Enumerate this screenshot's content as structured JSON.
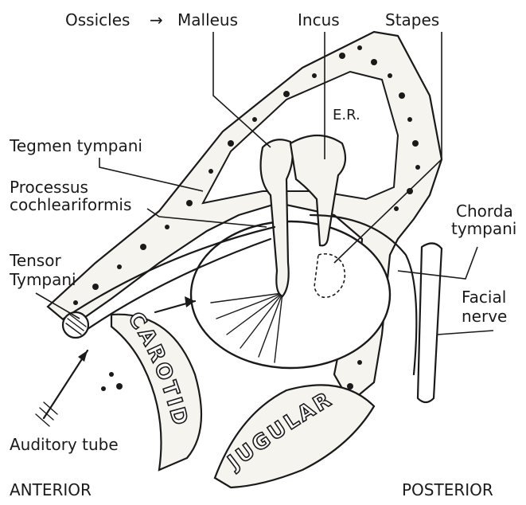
{
  "labels": {
    "ossicles": "Ossicles",
    "arrow": "→",
    "malleus": "Malleus",
    "incus": "Incus",
    "stapes": "Stapes",
    "er": "E.R.",
    "tegmen": "Tegmen tympani",
    "processus_1": "Processus",
    "processus_2": "cochleariformis",
    "chorda_1": "Chorda",
    "chorda_2": "tympani",
    "tensor_1": "Tensor",
    "tensor_2": "Tympani",
    "facial_1": "Facial",
    "facial_2": "nerve",
    "carotid": "CAROTID",
    "jugular": "JUGULAR",
    "auditory_tube": "Auditory tube",
    "anterior": "ANTERIOR",
    "posterior": "POSTERIOR"
  }
}
